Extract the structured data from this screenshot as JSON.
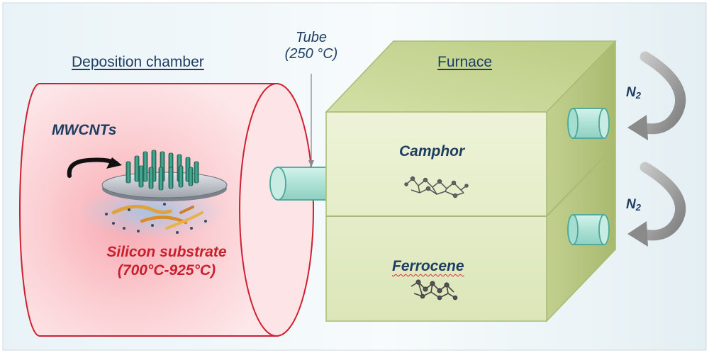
{
  "labels": {
    "deposition_chamber": "Deposition chamber",
    "tube_name": "Tube",
    "tube_temp": "(250 °C)",
    "furnace": "Furnace",
    "mwcnts": "MWCNTs",
    "silicon_substrate": "Silicon substrate",
    "substrate_temp": "(700°C-925°C)",
    "camphor": "Camphor",
    "ferrocene": "Ferrocene",
    "n2_symbol": "N",
    "n2_subscript": "2"
  },
  "colors": {
    "chamber_fill": "#fbd0d4",
    "chamber_edge": "#d0202f",
    "furnace_front": "#e3ecc6",
    "furnace_top": "#c8d89a",
    "furnace_side": "#b4c47c",
    "furnace_edge": "#a8bb75",
    "tube_fill": "#b7e6dc",
    "tube_edge": "#4aa896",
    "nanotube": "#2e8a76",
    "label_blue": "#1f3d62",
    "label_red": "#c8202c",
    "arrow_gray": "#9a9a9a"
  }
}
